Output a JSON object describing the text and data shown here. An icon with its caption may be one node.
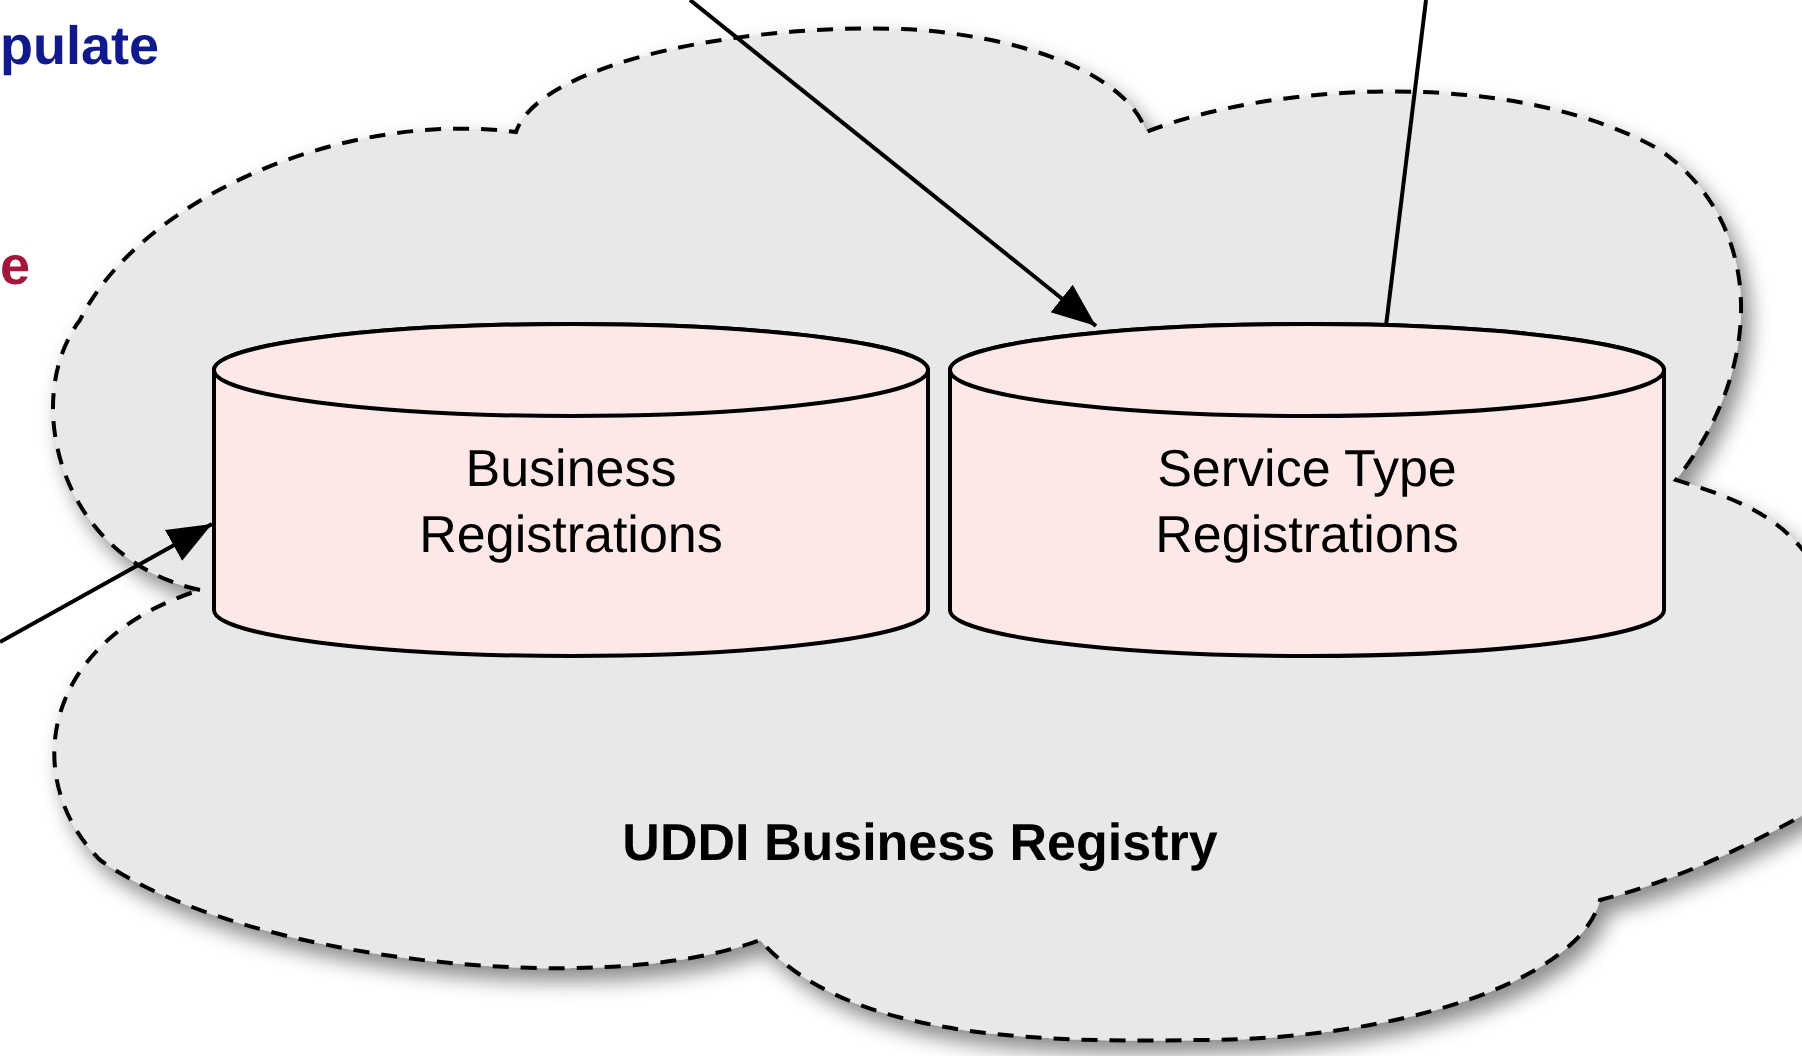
{
  "diagram": {
    "nodes": [
      {
        "text": [
          "UDDI Business Registry"
        ]
      },
      {
        "text": [
          "Business Registrations"
        ],
        "in": 0
      },
      {
        "text": [
          "Service Type Registrations"
        ],
        "in": 0
      }
    ],
    "edges": [
      {
        "from": null,
        "to": 1,
        "arrow": "to"
      },
      {
        "from": null,
        "to": 2,
        "arrow": "to"
      },
      {
        "from": null,
        "to": 2,
        "arrow": "none"
      }
    ],
    "labels": [
      "pulate",
      "e"
    ]
  }
}
